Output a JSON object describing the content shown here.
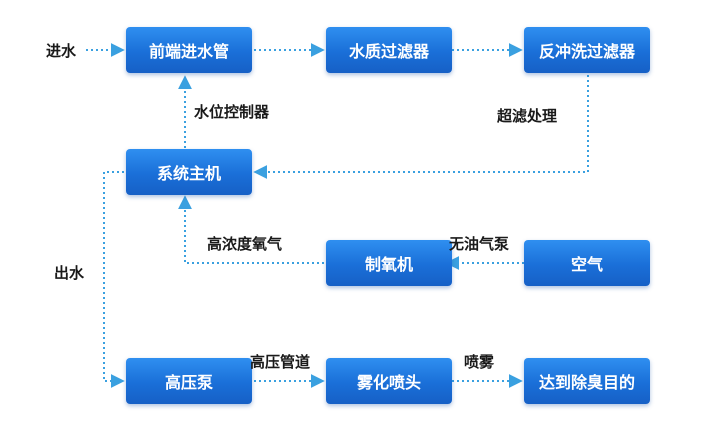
{
  "nodes": {
    "front_inlet_pipe": "前端进水管",
    "water_filter": "水质过滤器",
    "backwash_filter": "反冲洗过滤器",
    "system_host": "系统主机",
    "oxygen_generator": "制氧机",
    "air": "空气",
    "high_pressure_pump": "高压泵",
    "atomizing_nozzle": "雾化喷头",
    "deodorize_goal": "达到除臭目的"
  },
  "labels": {
    "water_in": "进水",
    "water_level_controller": "水位控制器",
    "ultrafiltration": "超滤处理",
    "high_conc_oxygen": "高浓度氧气",
    "oilless_air_pump": "无油气泵",
    "water_out": "出水",
    "high_pressure_pipe": "高压管道",
    "spray": "喷雾"
  },
  "colors": {
    "box": "#1a6fd8",
    "connector": "#3aa0e0",
    "label_text": "#1a1a1a"
  }
}
